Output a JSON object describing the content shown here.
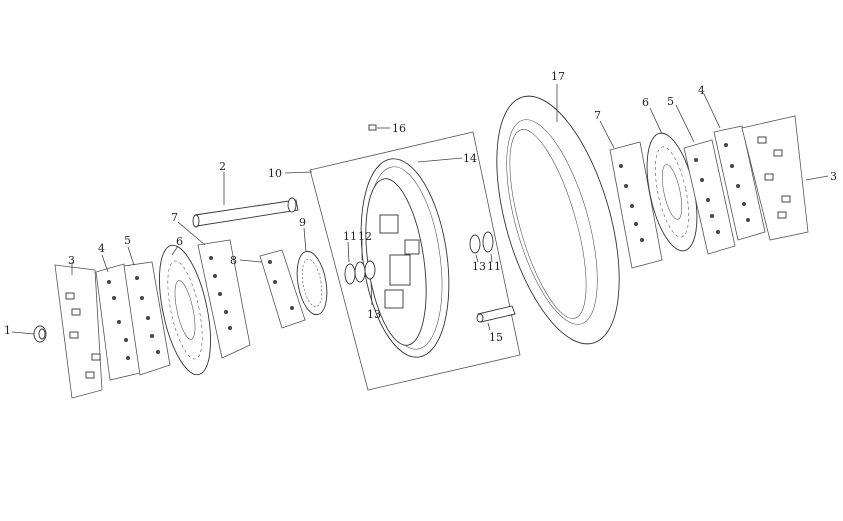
{
  "diagram": {
    "callouts": {
      "c1": "1",
      "c2": "2",
      "c3_left": "3",
      "c3_right": "3",
      "c4_left": "4",
      "c4_right": "4",
      "c5_left": "5",
      "c5_right": "5",
      "c6_left": "6",
      "c6_right": "6",
      "c7_left": "7",
      "c7_right": "7",
      "c8": "8",
      "c9": "9",
      "c10": "10",
      "c11_a": "11",
      "c11_b": "11",
      "c12": "12",
      "c13_a": "13",
      "c13_b": "13",
      "c14": "14",
      "c15": "15",
      "c16": "16",
      "c17": "17"
    }
  }
}
